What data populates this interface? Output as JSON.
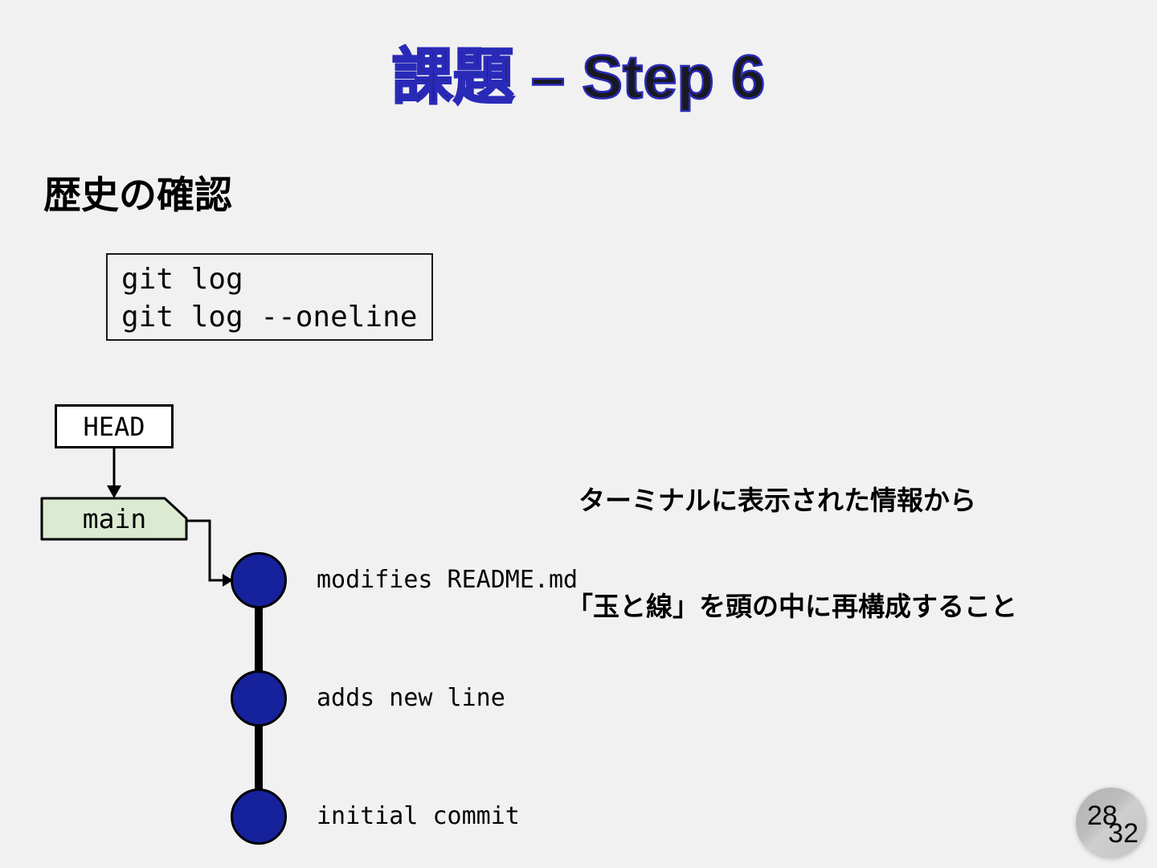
{
  "slide": {
    "title": "課題 – Step 6",
    "subtitle": "歴史の確認"
  },
  "code": {
    "lines": [
      "git log",
      "git log --oneline"
    ]
  },
  "diagram": {
    "head_label": "HEAD",
    "branch_label": "main",
    "commits": [
      {
        "message": "modifies README.md"
      },
      {
        "message": "adds new line"
      },
      {
        "message": "initial commit"
      }
    ]
  },
  "note": {
    "line1": "ターミナルに表示された情報から",
    "line2": "「玉と線」を頭の中に再構成すること"
  },
  "page": {
    "current": "28",
    "total": "32"
  },
  "colors": {
    "background": "#f1f1f1",
    "title_fill": "#191923",
    "title_outline": "#2a2ab8",
    "commit_node": "#16219c",
    "branch_tag_fill": "#dcead2",
    "badge_gray": "#bcbcbc"
  }
}
